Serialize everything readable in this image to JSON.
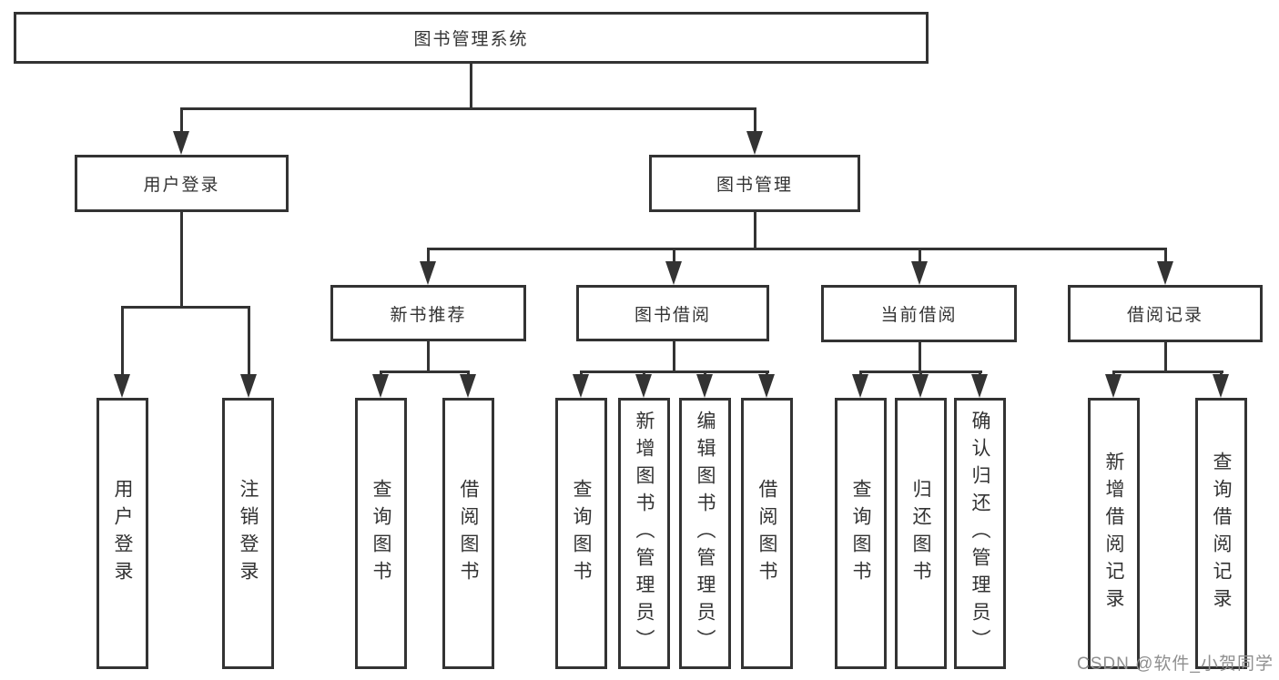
{
  "watermark": "CSDN @软件_小贺同学",
  "colors": {
    "line": "#333333",
    "text": "#333333",
    "watermark": "#8f8f8f",
    "background": "#ffffff"
  },
  "tree": {
    "label": "图书管理系统",
    "children": [
      {
        "label": "用户登录",
        "children": [
          {
            "label": "用户登录"
          },
          {
            "label": "注销登录"
          }
        ]
      },
      {
        "label": "图书管理",
        "children": [
          {
            "label": "新书推荐",
            "children": [
              {
                "label": "查询图书"
              },
              {
                "label": "借阅图书"
              }
            ]
          },
          {
            "label": "图书借阅",
            "children": [
              {
                "label": "查询图书"
              },
              {
                "label": "新增图书（管理员）"
              },
              {
                "label": "编辑图书（管理员）"
              },
              {
                "label": "借阅图书"
              }
            ]
          },
          {
            "label": "当前借阅",
            "children": [
              {
                "label": "查询图书"
              },
              {
                "label": "归还图书"
              },
              {
                "label": "确认归还（管理员）"
              }
            ]
          },
          {
            "label": "借阅记录",
            "children": [
              {
                "label": "新增借阅记录"
              },
              {
                "label": "查询借阅记录"
              }
            ]
          }
        ]
      }
    ]
  }
}
